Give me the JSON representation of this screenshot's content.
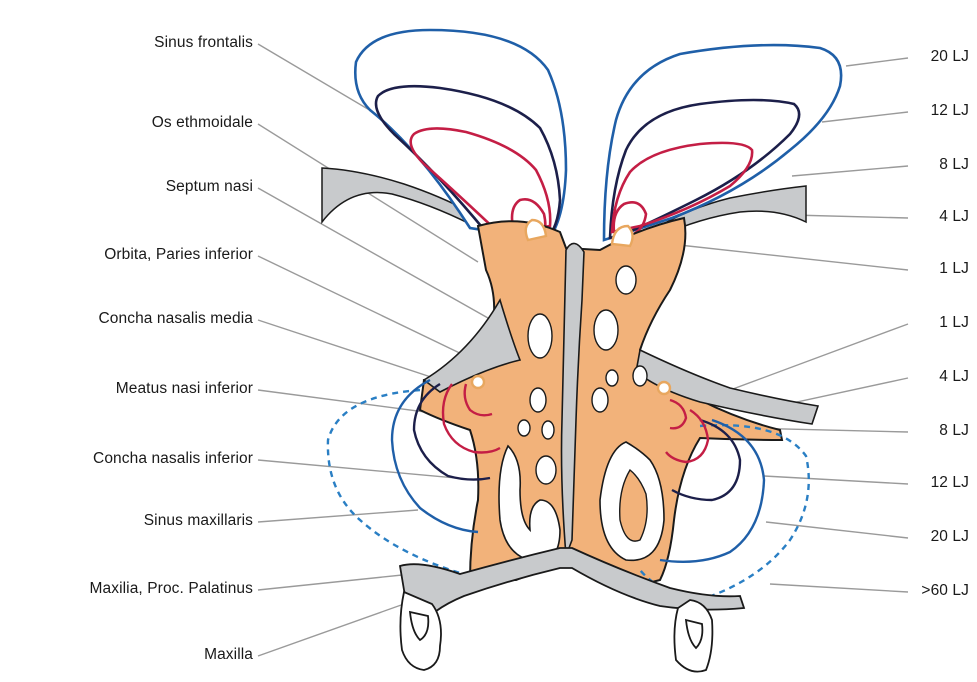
{
  "labels_left": [
    {
      "id": "sinus-frontalis",
      "text": "Sinus frontalis"
    },
    {
      "id": "os-ethmoidale",
      "text": "Os ethmoidale"
    },
    {
      "id": "septum-nasi",
      "text": "Septum nasi"
    },
    {
      "id": "orbita-paries-inferior",
      "text": "Orbita, Paries inferior"
    },
    {
      "id": "concha-nasalis-media",
      "text": "Concha nasalis media"
    },
    {
      "id": "meatus-nasi-inferior",
      "text": "Meatus nasi inferior"
    },
    {
      "id": "concha-nasalis-inferior",
      "text": "Concha nasalis inferior"
    },
    {
      "id": "sinus-maxillaris",
      "text": "Sinus maxillaris"
    },
    {
      "id": "maxilla-proc-palatinus",
      "text": "Maxilia, Proc. Palatinus"
    },
    {
      "id": "maxilla",
      "text": "Maxilla"
    }
  ],
  "labels_right": [
    {
      "id": "age-20-frontal",
      "text": "20 LJ"
    },
    {
      "id": "age-12-frontal",
      "text": "12 LJ"
    },
    {
      "id": "age-8-frontal",
      "text": "8 LJ"
    },
    {
      "id": "age-4-frontal",
      "text": "4 LJ"
    },
    {
      "id": "age-1-frontal",
      "text": "1 LJ"
    },
    {
      "id": "age-1-maxillary",
      "text": "1 LJ"
    },
    {
      "id": "age-4-maxillary",
      "text": "4 LJ"
    },
    {
      "id": "age-8-maxillary",
      "text": "8 LJ"
    },
    {
      "id": "age-12-maxillary",
      "text": "12 LJ"
    },
    {
      "id": "age-20-maxillary",
      "text": "20 LJ"
    },
    {
      "id": "age-60-maxillary",
      "text": ">60 LJ"
    }
  ],
  "colors": {
    "age_20": "#1f5fa8",
    "age_12": "#1c1f4a",
    "age_8": "#c41e45",
    "age_4": "#e8a75f",
    "age_60_dashed": "#2a7fc4",
    "bone_orange": "#f2b27a",
    "bone_gray": "#c8cacc",
    "leader_line": "#9a9a9a",
    "outline": "#1a1a1a"
  }
}
